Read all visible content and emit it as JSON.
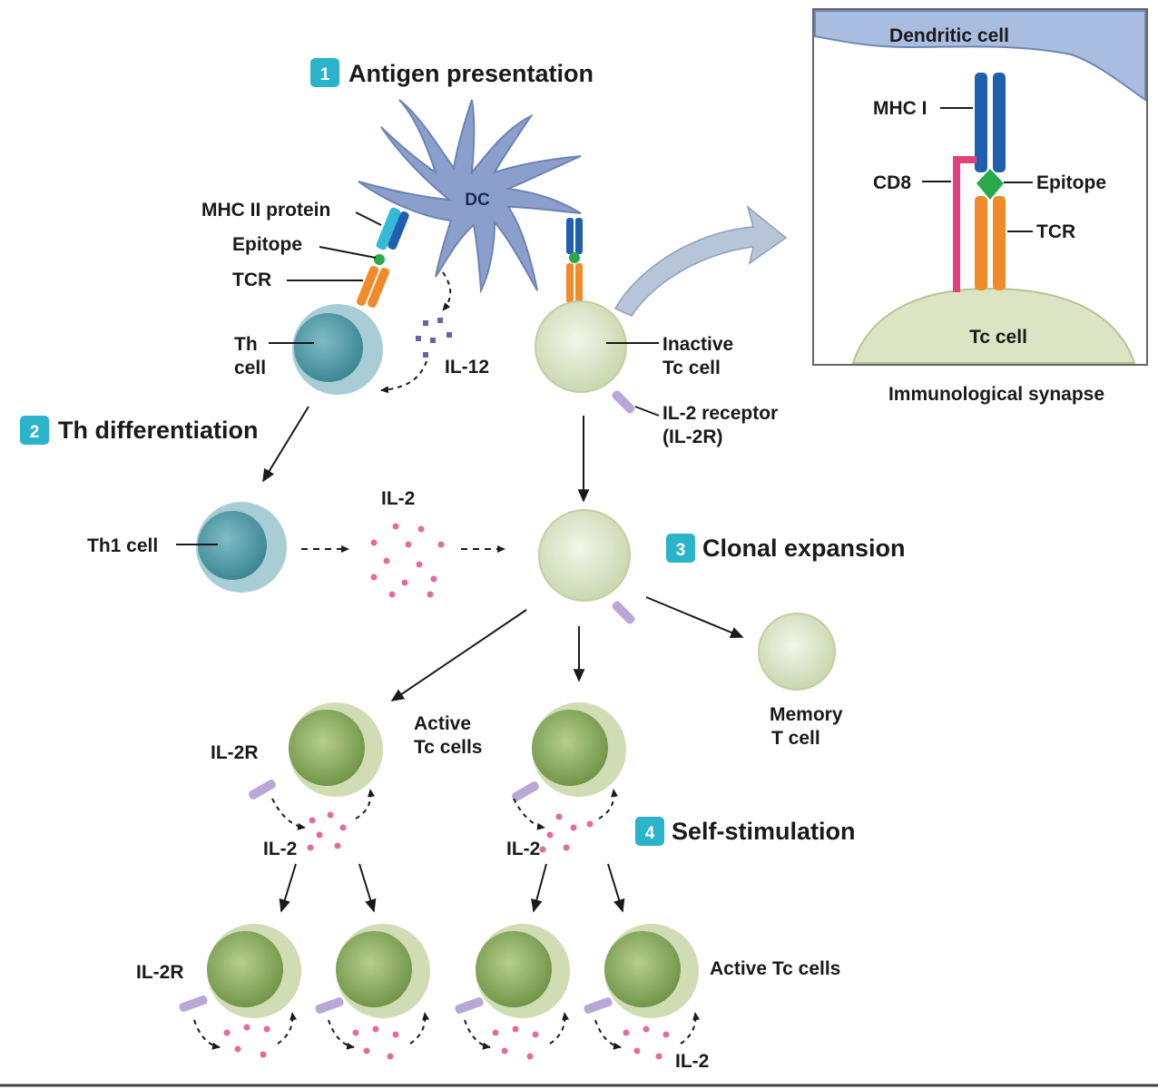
{
  "steps": {
    "s1": {
      "num": "1",
      "label": "Antigen presentation"
    },
    "s2": {
      "num": "2",
      "label": "Th differentiation"
    },
    "s3": {
      "num": "3",
      "label": "Clonal expansion"
    },
    "s4": {
      "num": "4",
      "label": "Self-stimulation"
    }
  },
  "labels": {
    "dc": "DC",
    "mhc2": "MHC II protein",
    "epitope": "Epitope",
    "tcr": "TCR",
    "th_line1": "Th",
    "th_line2": "cell",
    "il12": "IL-12",
    "inactive_line1": "Inactive",
    "inactive_line2": "Tc cell",
    "il2r_line1": "IL-2 receptor",
    "il2r_line2": "(IL-2R)",
    "th1": "Th1 cell",
    "il2": "IL-2",
    "memory_line1": "Memory",
    "memory_line2": "T cell",
    "active_line1": "Active",
    "active_line2": "Tc cells",
    "il2r_short": "IL-2R",
    "active_bottom": "Active Tc cells"
  },
  "inset": {
    "dendritic": "Dendritic cell",
    "mhc1": "MHC I",
    "cd8": "CD8",
    "epitope": "Epitope",
    "tcr": "TCR",
    "tc": "Tc cell",
    "caption": "Immunological synapse"
  },
  "colors": {
    "step_badge": "#2bb3cc",
    "dc_body": "#8a9fcc",
    "th_cell": "#4f9aa8",
    "tc_inactive": "#d9e3c4",
    "tc_active": "#8fb068",
    "il2_dot": "#e46aa0",
    "il12_dot": "#6a5fb0",
    "mhc_blue": "#1f5fae",
    "tcr_orange": "#f08a2a",
    "cd8_pink": "#e0417e",
    "epitope_green": "#2aa84a"
  }
}
